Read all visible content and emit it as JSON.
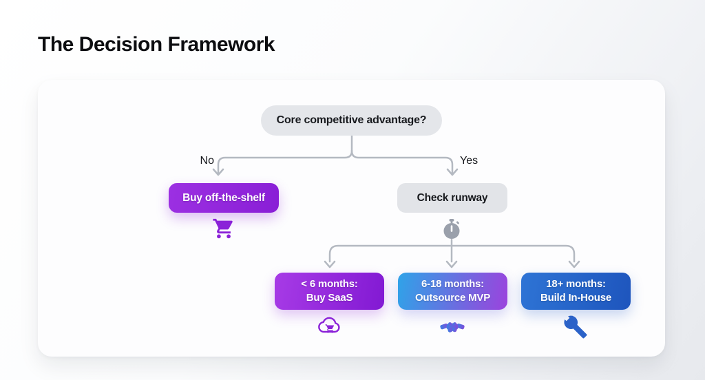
{
  "page": {
    "title": "The Decision Framework"
  },
  "diagram": {
    "root_question": "Core competitive advantage?",
    "no_branch": {
      "label": "No",
      "node": "Buy off-the-shelf",
      "icon": "shopping-cart-icon"
    },
    "yes_branch": {
      "label": "Yes",
      "node": "Check runway",
      "icon": "stopwatch-icon"
    },
    "outcomes": [
      {
        "line1": "< 6 months:",
        "line2": "Buy SaaS",
        "icon": "cloud-cart-icon",
        "color_from": "#a73be6",
        "color_to": "#8219d3"
      },
      {
        "line1": "6-18 months:",
        "line2": "Outsource MVP",
        "icon": "handshake-icon",
        "color_from": "#2fa3e8",
        "color_to": "#9b43dd"
      },
      {
        "line1": "18+ months:",
        "line2": "Build In-House",
        "icon": "tools-icon",
        "color_from": "#2e74d5",
        "color_to": "#1e55bd"
      }
    ],
    "colors": {
      "accent_purple": "#8b22d8",
      "accent_blue": "#2b62c8",
      "node_gray": "#e4e6ea",
      "connector_gray": "#b4b9c1",
      "stopwatch_gray": "#9aa0ab"
    }
  }
}
